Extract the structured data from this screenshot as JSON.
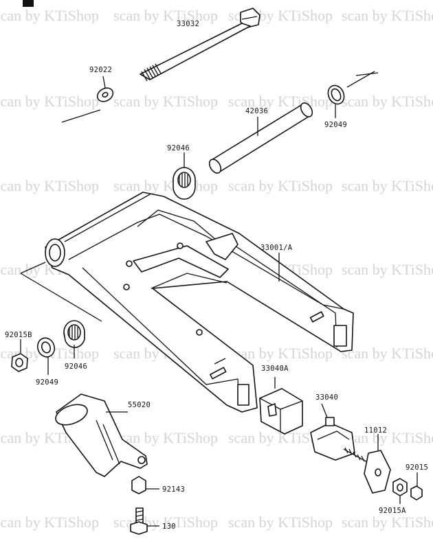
{
  "watermark": "scan by KTiShop",
  "labels": {
    "p33032": "33032",
    "p92022": "92022",
    "p42036": "42036",
    "p92049_top": "92049",
    "p92046_top": "92046",
    "p33001A": "33001/A",
    "p92015B": "92015B",
    "p92049_left": "92049",
    "p92046_left": "92046",
    "p33040A": "33040A",
    "p55020": "55020",
    "p33040": "33040",
    "p11012": "11012",
    "p92015": "92015",
    "p92015A": "92015A",
    "p92143": "92143",
    "p130": "130"
  }
}
